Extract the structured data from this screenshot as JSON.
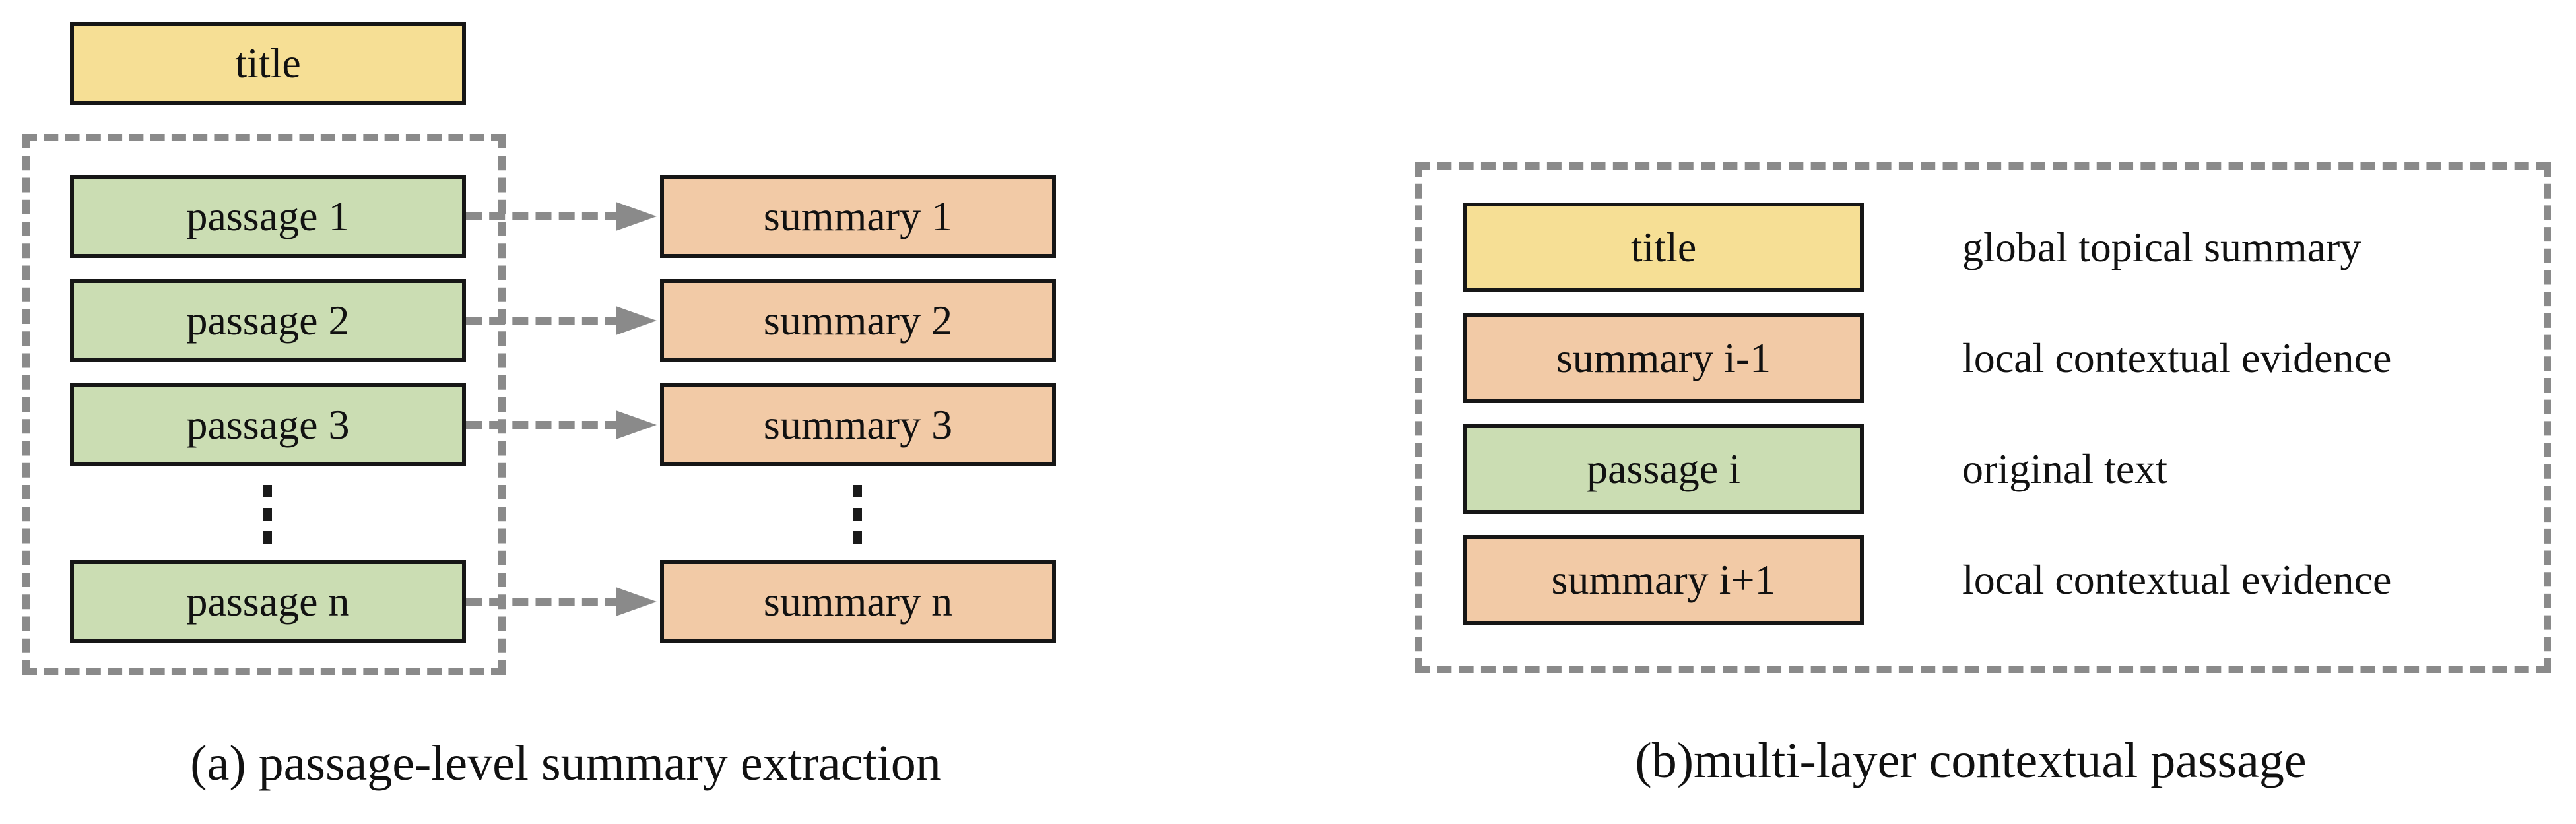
{
  "panel_a": {
    "caption": "(a) passage-level summary extraction",
    "title_box": "title",
    "passages": [
      "passage 1",
      "passage 2",
      "passage 3",
      "passage n"
    ],
    "summaries": [
      "summary 1",
      "summary 2",
      "summary 3",
      "summary n"
    ]
  },
  "panel_b": {
    "caption": "(b)multi-layer contextual passage",
    "boxes": [
      "title",
      "summary i-1",
      "passage i",
      "summary i+1"
    ],
    "labels": [
      "global topical summary",
      "local contextual evidence",
      "original text",
      "local contextual evidence"
    ]
  },
  "colors": {
    "title_fill": "#F6DF95",
    "passage_fill": "#CBDDB3",
    "summary_fill": "#F2CAA6",
    "box_border": "#161616",
    "dash_gray": "#8A8A8A"
  }
}
